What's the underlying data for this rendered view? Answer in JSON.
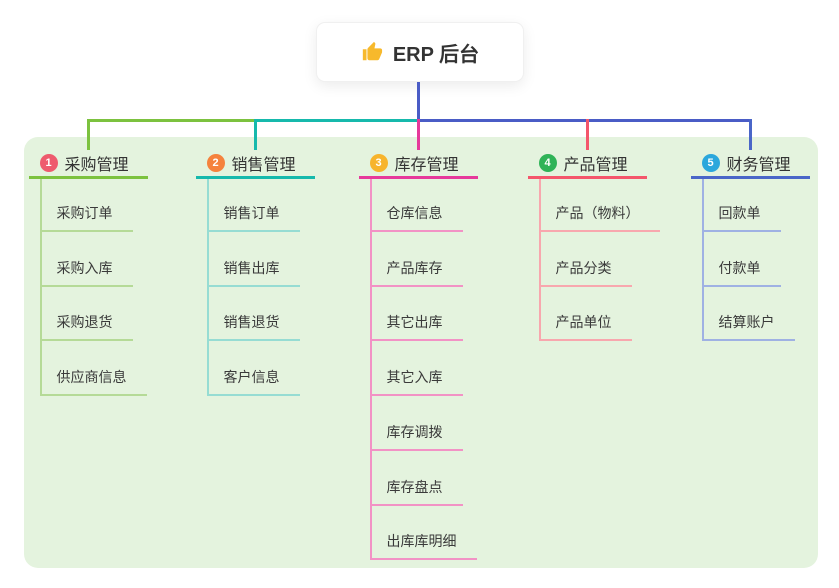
{
  "root": {
    "label": "ERP 后台",
    "icon": "thumbs-up-icon",
    "icon_color": "#f7b92c"
  },
  "colors": {
    "trunk": "#4a5cc6",
    "panel_bg": "#e4f3de",
    "node_text": "#333333"
  },
  "branches": [
    {
      "badge": "1",
      "label": "采购管理",
      "badge_color": "#ee5b6e",
      "line_color": "#7cc23f",
      "sub_line_color": "#b5da97",
      "children": [
        "采购订单",
        "采购入库",
        "采购退货",
        "供应商信息"
      ]
    },
    {
      "badge": "2",
      "label": "销售管理",
      "badge_color": "#f5823d",
      "line_color": "#16b9ac",
      "sub_line_color": "#96dcd3",
      "children": [
        "销售订单",
        "销售出库",
        "销售退货",
        "客户信息"
      ]
    },
    {
      "badge": "3",
      "label": "库存管理",
      "badge_color": "#f7b42c",
      "line_color": "#e6399b",
      "sub_line_color": "#f292c5",
      "children": [
        "仓库信息",
        "产品库存",
        "其它出库",
        "其它入库",
        "库存调拨",
        "库存盘点",
        "出库库明细"
      ]
    },
    {
      "badge": "4",
      "label": "产品管理",
      "badge_color": "#2fb357",
      "line_color": "#f4566b",
      "sub_line_color": "#f8a7ae",
      "children": [
        "产品（物料）",
        "产品分类",
        "产品单位"
      ]
    },
    {
      "badge": "5",
      "label": "财务管理",
      "badge_color": "#2ba7dc",
      "line_color": "#4a66c8",
      "sub_line_color": "#9fb1e3",
      "children": [
        "回款单",
        "付款单",
        "结算账户"
      ]
    }
  ]
}
